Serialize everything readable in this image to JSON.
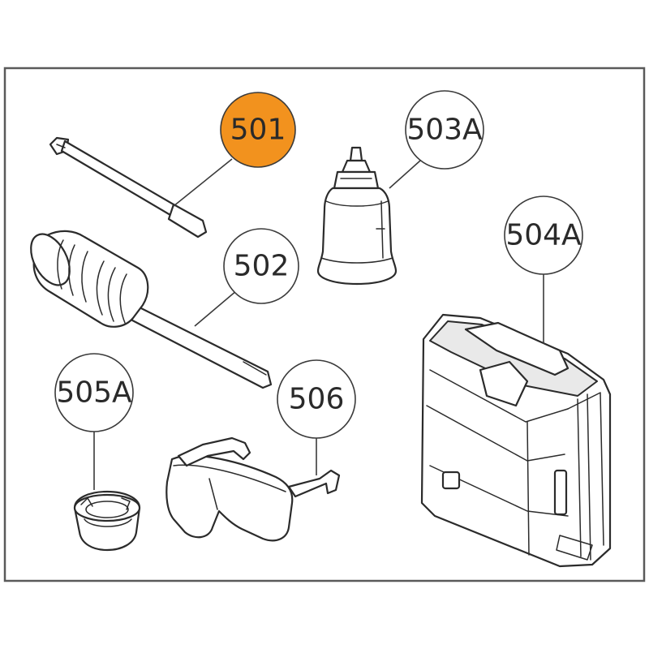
{
  "colors": {
    "highlight": "#f2921e",
    "line": "#3a3a3a",
    "frame": "#5a5a5a"
  },
  "callouts": [
    {
      "id": "501",
      "label": "501",
      "highlighted": true
    },
    {
      "id": "502",
      "label": "502",
      "highlighted": false
    },
    {
      "id": "503A",
      "label": "503A",
      "highlighted": false
    },
    {
      "id": "504A",
      "label": "504A",
      "highlighted": false
    },
    {
      "id": "505A",
      "label": "505A",
      "highlighted": false
    },
    {
      "id": "506",
      "label": "506",
      "highlighted": false
    }
  ]
}
